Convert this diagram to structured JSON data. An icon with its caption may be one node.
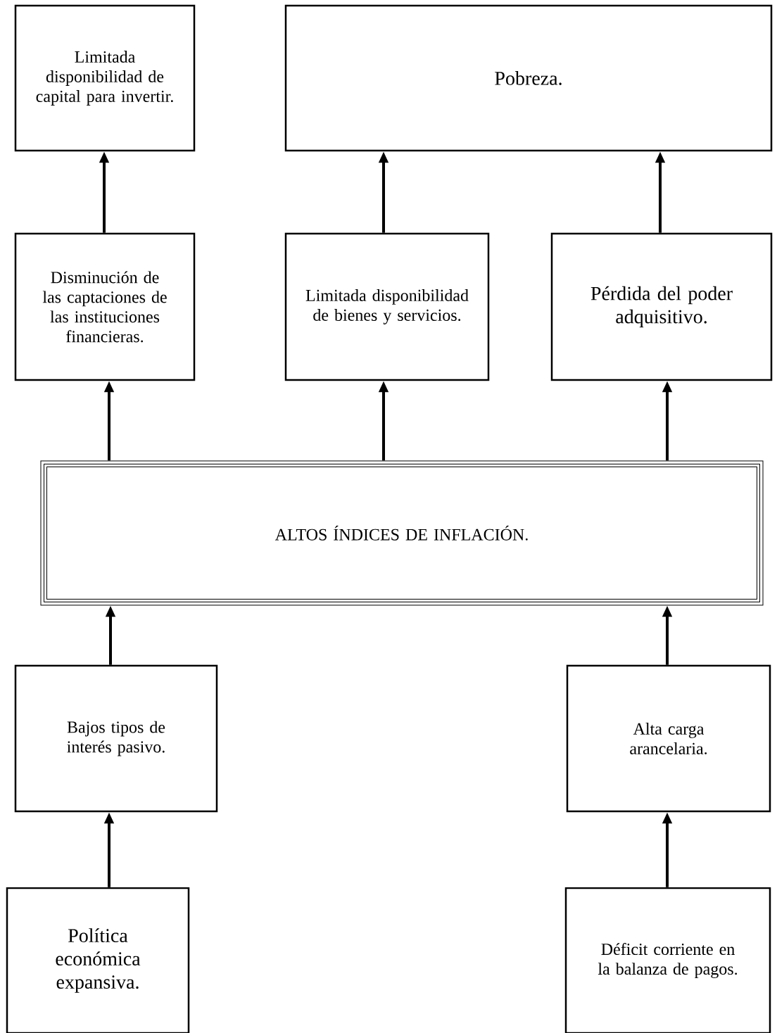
{
  "diagram": {
    "nodes": [
      {
        "text": [
          "Limitada disponibilidad de capital para invertir."
        ]
      },
      {
        "text": [
          "Pobreza."
        ]
      },
      {
        "text": [
          "Disminución de las captaciones de las instituciones financieras."
        ]
      },
      {
        "text": [
          "Limitada disponibilidad de bienes y servicios."
        ]
      },
      {
        "text": [
          "Pérdida del poder adquisitivo."
        ]
      },
      {
        "text": [
          "ALTOS ÍNDICES DE INFLACIÓN."
        ]
      },
      {
        "text": [
          "Bajos tipos de interés pasivo."
        ]
      },
      {
        "text": [
          "Alta carga arancelaria."
        ]
      },
      {
        "text": [
          "Política económica expansiva."
        ]
      },
      {
        "text": [
          "Déficit corriente en la balanza de pagos."
        ]
      }
    ],
    "edges": [
      {
        "from": 2,
        "to": 0,
        "arrow": "to"
      },
      {
        "from": 3,
        "to": 1,
        "arrow": "to"
      },
      {
        "from": 4,
        "to": 1,
        "arrow": "to"
      },
      {
        "from": 5,
        "to": 2,
        "arrow": "to"
      },
      {
        "from": 5,
        "to": 3,
        "arrow": "to"
      },
      {
        "from": 5,
        "to": 4,
        "arrow": "to"
      },
      {
        "from": 6,
        "to": 5,
        "arrow": "to"
      },
      {
        "from": 7,
        "to": 5,
        "arrow": "to"
      },
      {
        "from": 8,
        "to": 6,
        "arrow": "to"
      },
      {
        "from": 9,
        "to": 7,
        "arrow": "to"
      }
    ]
  }
}
